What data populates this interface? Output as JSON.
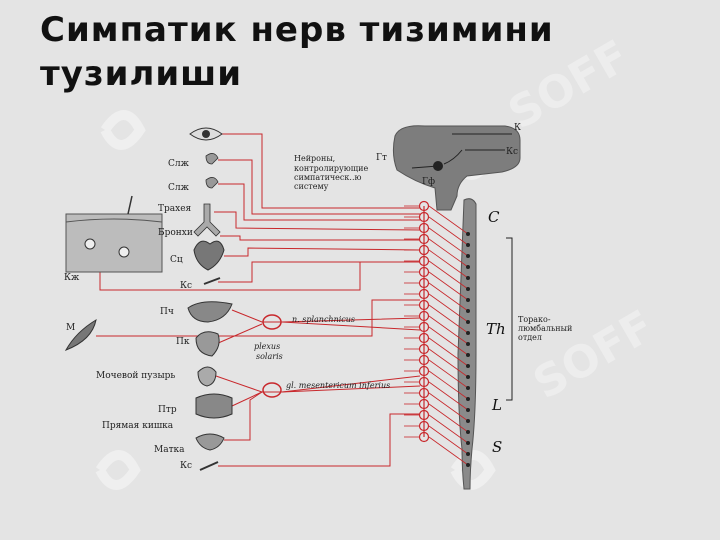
{
  "title": "Симпатик нерв тизимини тузилиши",
  "colors": {
    "background": "#e4e4e4",
    "nerve_red": "#c8282c",
    "ink": "#1a1a1a",
    "cord_gray": "#7d7d7d"
  },
  "diagram": {
    "brain_labels": [
      "К",
      "Кс",
      "Гт",
      "Гф"
    ],
    "neuron_note": [
      "Нейроны,",
      "контролирующие",
      "симпатическ..ю",
      "систему"
    ],
    "segments": [
      "C",
      "Th",
      "L",
      "S"
    ],
    "region_label": [
      "Торако-",
      "люмбальный",
      "отдел"
    ],
    "organs": [
      "Слж",
      "Слж",
      "Трахея",
      "Бронхи",
      "Сц",
      "Кс",
      "Пч",
      "Пк",
      "Мочевой пузырь",
      "Птр",
      "Прямая кишка",
      "Матка",
      "Кс"
    ],
    "left_labels": [
      "Кж",
      "М"
    ],
    "nerve_labels": {
      "splanchnicus": "n. splanchnicus",
      "plexus": [
        "plexus",
        "solaris"
      ],
      "mesentericum": "gl. mesentericum inferius"
    },
    "watermark": "SOFF"
  }
}
